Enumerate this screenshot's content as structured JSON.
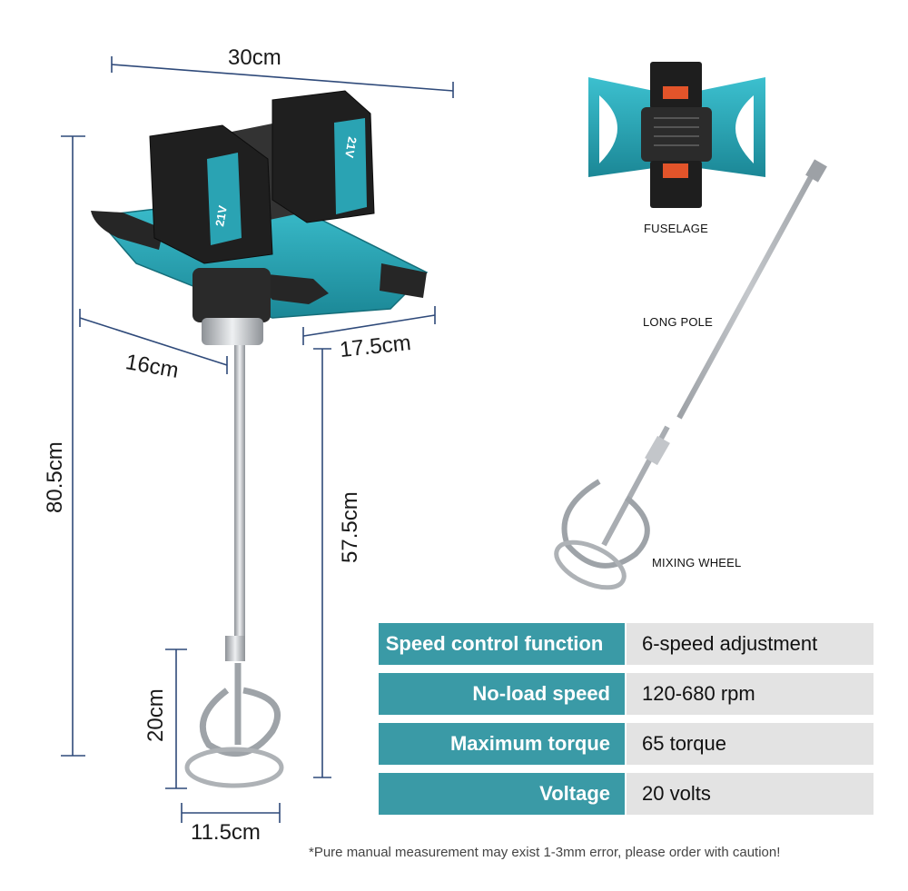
{
  "dimensions": {
    "width_top": "30cm",
    "height_total": "80.5cm",
    "handle_depth": "16cm",
    "handle_width": "17.5cm",
    "shaft_length": "57.5cm",
    "paddle_height": "20cm",
    "paddle_width": "11.5cm"
  },
  "parts": {
    "fuselage": "FUSELAGE",
    "long_pole": "LONG POLE",
    "mixing_wheel": "MIXING WHEEL"
  },
  "battery_label": "21V",
  "specs": [
    {
      "key": "Speed control function",
      "value": "6-speed adjustment"
    },
    {
      "key": "No-load speed",
      "value": "120-680 rpm"
    },
    {
      "key": "Maximum torque",
      "value": "65 torque"
    },
    {
      "key": "Voltage",
      "value": "20 volts"
    }
  ],
  "note": "*Pure manual measurement may exist 1-3mm error, please order with caution!",
  "colors": {
    "accent": "#3a9aa6",
    "body": "#2aa3b3",
    "battery": "#1f1f1f",
    "orange": "#e2542a",
    "steel": "#b8bcc0",
    "dim_line": "#2f4a7a"
  }
}
